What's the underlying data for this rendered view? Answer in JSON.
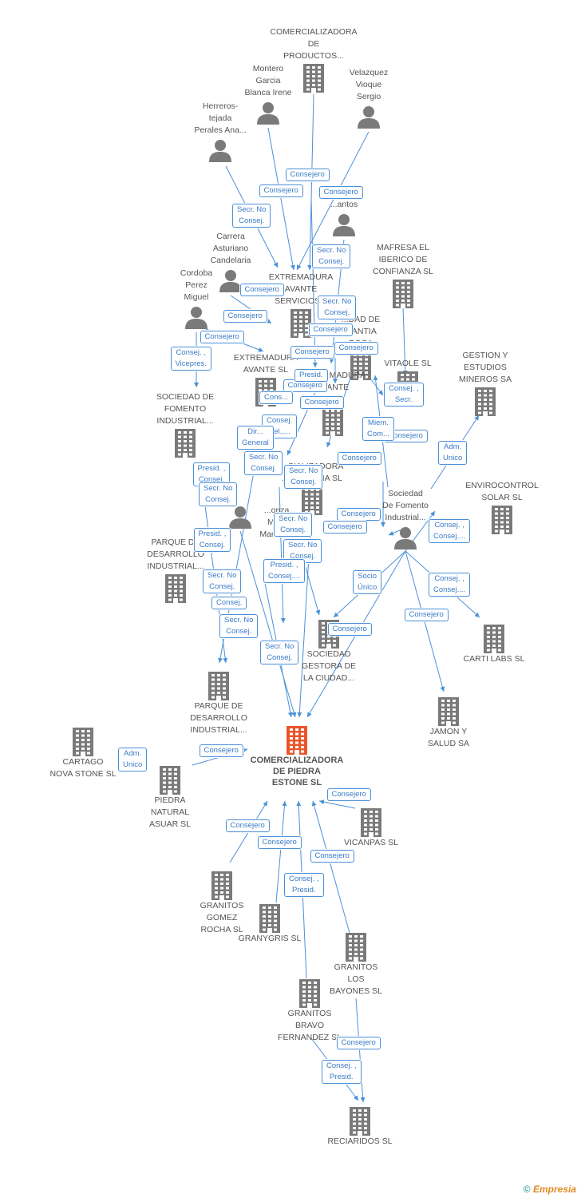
{
  "graph": {
    "nodes": [
      {
        "id": "comercializadora_productos",
        "kind": "company",
        "label": "COMERCIALIZADORA\nDE\nPRODUCTOS...",
        "main": false
      },
      {
        "id": "montero",
        "kind": "person",
        "label": "Montero\nGarcia\nBlanca Irene",
        "main": false
      },
      {
        "id": "velazquez",
        "kind": "person",
        "label": "Velazquez\nVioque\nSergio",
        "main": false
      },
      {
        "id": "herreros",
        "kind": "person",
        "label": "Herreros-\ntejada\nPerales Ana...",
        "main": false
      },
      {
        "id": "santos",
        "kind": "person",
        "label": "...antos",
        "main": false
      },
      {
        "id": "carrera",
        "kind": "person",
        "label": "Carrera\nAsturiano\nCandelaria",
        "main": false
      },
      {
        "id": "mafresa",
        "kind": "company",
        "label": "MAFRESA EL\nIBERICO DE\nCONFIANZA SL",
        "main": false
      },
      {
        "id": "cordoba",
        "kind": "person",
        "label": "Cordoba\nPerez\nMiguel",
        "main": false
      },
      {
        "id": "extremadura_avante_servicios",
        "kind": "company",
        "label": "EXTREMADURA\nAVANTE\nSERVICIOS...",
        "main": false
      },
      {
        "id": "sociedad_garantia",
        "kind": "company",
        "label": "...DAD DE\n...ANTIA\n...ROCA...",
        "main": false
      },
      {
        "id": "extremadura_avante_sl",
        "kind": "company",
        "label": "EXTREMADURA\nAVANTE SL",
        "main": false
      },
      {
        "id": "vitaole",
        "kind": "company",
        "label": "VITAOLE SL",
        "main": false
      },
      {
        "id": "gestion_estudios",
        "kind": "company",
        "label": "GESTION Y\nESTUDIOS\nMINEROS SA",
        "main": false
      },
      {
        "id": "sociedad_fomento_industrial",
        "kind": "company",
        "label": "SOCIEDAD DE\nFOMENTO\nINDUSTRIAL...",
        "main": false
      },
      {
        "id": "extremadura_avante_3",
        "kind": "company",
        "label": "...XTREMADURA\nAVANTE\n...S...",
        "main": false
      },
      {
        "id": "comercializadora_estancia",
        "kind": "company",
        "label": "...CIALIZADORA\n...ESTANCIA SL",
        "main": false
      },
      {
        "id": "sociedad_fomento_person",
        "kind": "person",
        "label": "Sociedad\nDe Fomento\nIndustrial...",
        "main": false
      },
      {
        "id": "envirocontrol",
        "kind": "company",
        "label": "ENVIROCONTROL\nSOLAR SL",
        "main": false
      },
      {
        "id": "parque_desarrollo_1",
        "kind": "company",
        "label": "PARQUE DE\nDESARROLLO\nINDUSTRIAL...",
        "main": false
      },
      {
        "id": "gonzalez_mateos",
        "kind": "person",
        "label": "...onza...\nMate...\nMaria De...",
        "main": false
      },
      {
        "id": "sociedad_gestora",
        "kind": "company",
        "label": "SOCIEDAD\nGESTORA DE\nLA CIUDAD...",
        "main": false
      },
      {
        "id": "carti_labs",
        "kind": "company",
        "label": "CARTI LABS SL",
        "main": false
      },
      {
        "id": "parque_desarrollo_2",
        "kind": "company",
        "label": "PARQUE DE\nDESARROLLO\nINDUSTRIAL...",
        "main": false
      },
      {
        "id": "jamon_salud",
        "kind": "company",
        "label": "JAMON Y\nSALUD SA",
        "main": false
      },
      {
        "id": "cartago",
        "kind": "company",
        "label": "CARTAGO\nNOVA STONE SL",
        "main": false
      },
      {
        "id": "piedra_natural_asuar",
        "kind": "company",
        "label": "PIEDRA\nNATURAL\nASUAR SL",
        "main": false
      },
      {
        "id": "comercializadora_piedra_estone",
        "kind": "company",
        "label": "COMERCIALIZADORA\nDE PIEDRA\nESTONE SL",
        "main": true
      },
      {
        "id": "vicanpas",
        "kind": "company",
        "label": "VICANPAS  SL",
        "main": false
      },
      {
        "id": "granitos_gomez",
        "kind": "company",
        "label": "GRANITOS\nGOMEZ\nROCHA  SL",
        "main": false
      },
      {
        "id": "granygris",
        "kind": "company",
        "label": "GRANYGRIS SL",
        "main": false
      },
      {
        "id": "granitos_bayones",
        "kind": "company",
        "label": "GRANITOS\nLOS\nBAYONES  SL",
        "main": false
      },
      {
        "id": "granitos_bravo",
        "kind": "company",
        "label": "GRANITOS\nBRAVO\nFERNANDEZ  SL",
        "main": false
      },
      {
        "id": "reciaridos",
        "kind": "company",
        "label": "RECIARIDOS  SL",
        "main": false
      }
    ],
    "badges": [
      "Consejero",
      "Consejero",
      "Consejero",
      "Secr.  No\nConsej.",
      "Secr.  No\nConsej.",
      "Consejero",
      "Consejero",
      "Consejero",
      "Consej. ,\nVicepres.",
      "Secr.  No\nConsej.",
      "Consejero",
      "Consejero",
      "Consejero",
      "Consejero",
      "Consejero",
      "Consej. ,\nSecr.",
      "Cons...",
      "Presid.",
      "Consejero",
      "Consej.\nDel.,...",
      "Miem.\nCom...",
      "Consejero",
      "Dir...\nGeneral",
      "Consejero",
      "Adm.\nUnico",
      "Presid. ,\nConsej.",
      "Secr.  No\nConsej.",
      "Secr.  No\nConsej.",
      "Secr.  No\nConsej.",
      "Consejero",
      "Consej. ,\nConsej....",
      "Secr.  No\nConsej.",
      "Presid. ,\nConsej.",
      "Secr.  No\nConsej.",
      "Presid. ,\nConsej....",
      "Consej. ,\nConsej....",
      "Secr.  No\nConsej.",
      "Socio\nÚnico",
      "Consejero",
      "Consejero",
      "Secr.  No\nConsej.",
      "Secr.  No\nConsej.",
      "Consej.",
      "Consejero",
      "Adm.\nUnico",
      "Consejero",
      "Consejero",
      "Consejero",
      "Consejero",
      "Consej. ,\nPresid.",
      "Consejero",
      "Consej. ,\nPresid."
    ]
  },
  "footer": {
    "copyright": "©",
    "brand": "Empresia"
  },
  "colors": {
    "edge": "#4a90d9",
    "icon": "#7a7a7a",
    "main": "#e8572a",
    "badge_border": "#4a90d9"
  }
}
